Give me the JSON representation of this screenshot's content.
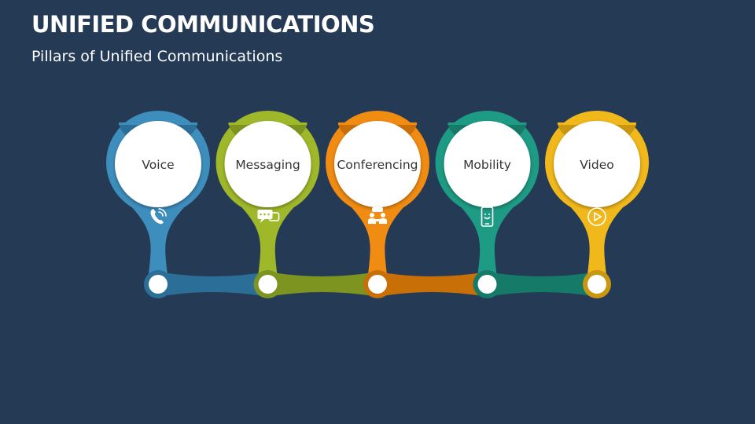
{
  "header": {
    "title": "UNIFIED COMMUNICATIONS",
    "subtitle": "Pillars of Unified Communications"
  },
  "pillars": [
    {
      "label": "Voice",
      "color": "#3e8ebd",
      "dark": "#2b6e97",
      "icon": "phone-icon"
    },
    {
      "label": "Messaging",
      "color": "#9fb82a",
      "dark": "#7d9420",
      "icon": "chat-bubbles-icon"
    },
    {
      "label": "Conferencing",
      "color": "#f08c12",
      "dark": "#c96f08",
      "icon": "meeting-icon"
    },
    {
      "label": "Mobility",
      "color": "#1e9b84",
      "dark": "#157a68",
      "icon": "smartphone-icon"
    },
    {
      "label": "Video",
      "color": "#f1b81b",
      "dark": "#c99810",
      "icon": "play-button-icon"
    }
  ],
  "colors": {
    "background": "#253a55",
    "circle_fill": "#ffffff"
  }
}
